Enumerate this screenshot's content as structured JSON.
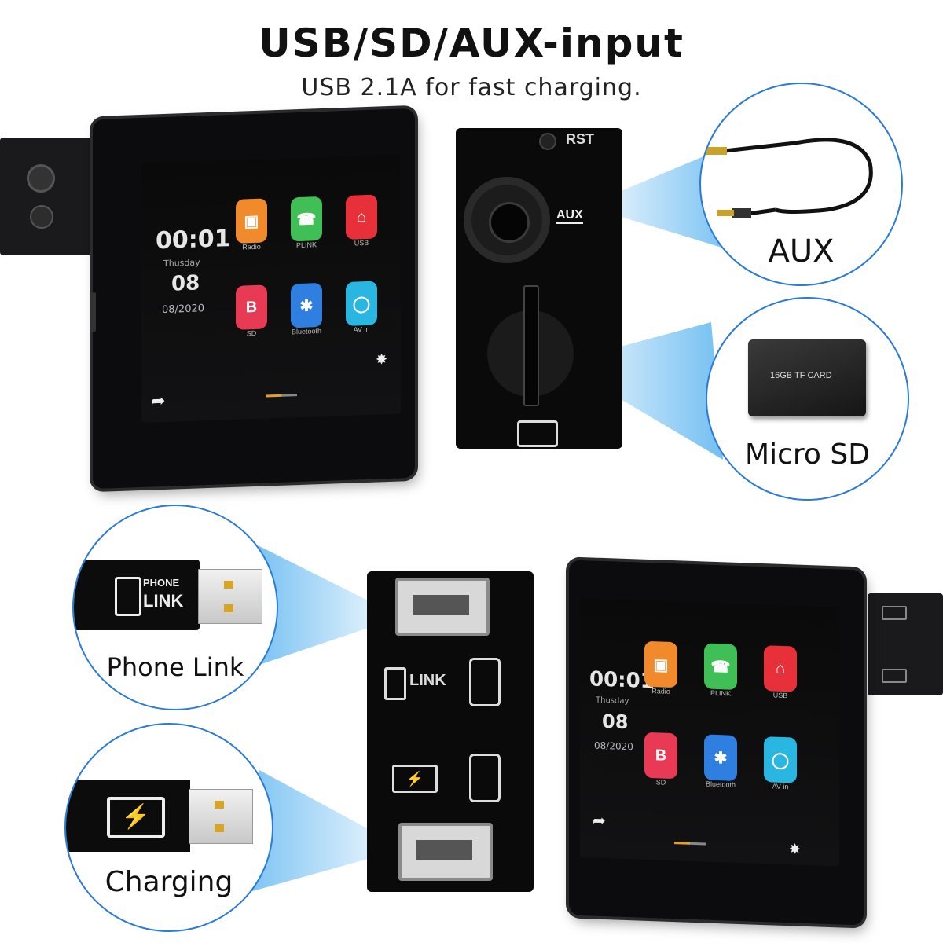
{
  "header": {
    "title": "USB/SD/AUX-input",
    "subtitle": "USB 2.1A for fast charging."
  },
  "device": {
    "time": "00:01",
    "day": "Thusday",
    "date": "08",
    "month_year": "08/2020",
    "apps": [
      {
        "label": "Radio",
        "icon": "radio-icon",
        "color": "#f08a2a"
      },
      {
        "label": "PLINK",
        "icon": "phone-link-icon",
        "color": "#3fbf55"
      },
      {
        "label": "USB",
        "icon": "usb-icon",
        "color": "#e8303a"
      },
      {
        "label": "SD",
        "icon": "sd-card-icon",
        "color": "#e83a55"
      },
      {
        "label": "Bluetooth",
        "icon": "bluetooth-icon",
        "color": "#2f7fe0"
      },
      {
        "label": "AV in",
        "icon": "av-in-icon",
        "color": "#29b6e0"
      }
    ]
  },
  "top_panel": {
    "reset_label": "RST",
    "aux_label": "AUX"
  },
  "callouts": {
    "aux": "AUX",
    "micro_sd": "Micro SD",
    "sd_card_text": "16GB TF CARD",
    "phone_link": "Phone Link",
    "charging": "Charging",
    "phone_link_badge_top": "PHONE",
    "phone_link_badge_bottom": "LINK"
  },
  "colors": {
    "accent_blue": "#2a7ad8",
    "beam_blue": "#5ab4f0"
  }
}
